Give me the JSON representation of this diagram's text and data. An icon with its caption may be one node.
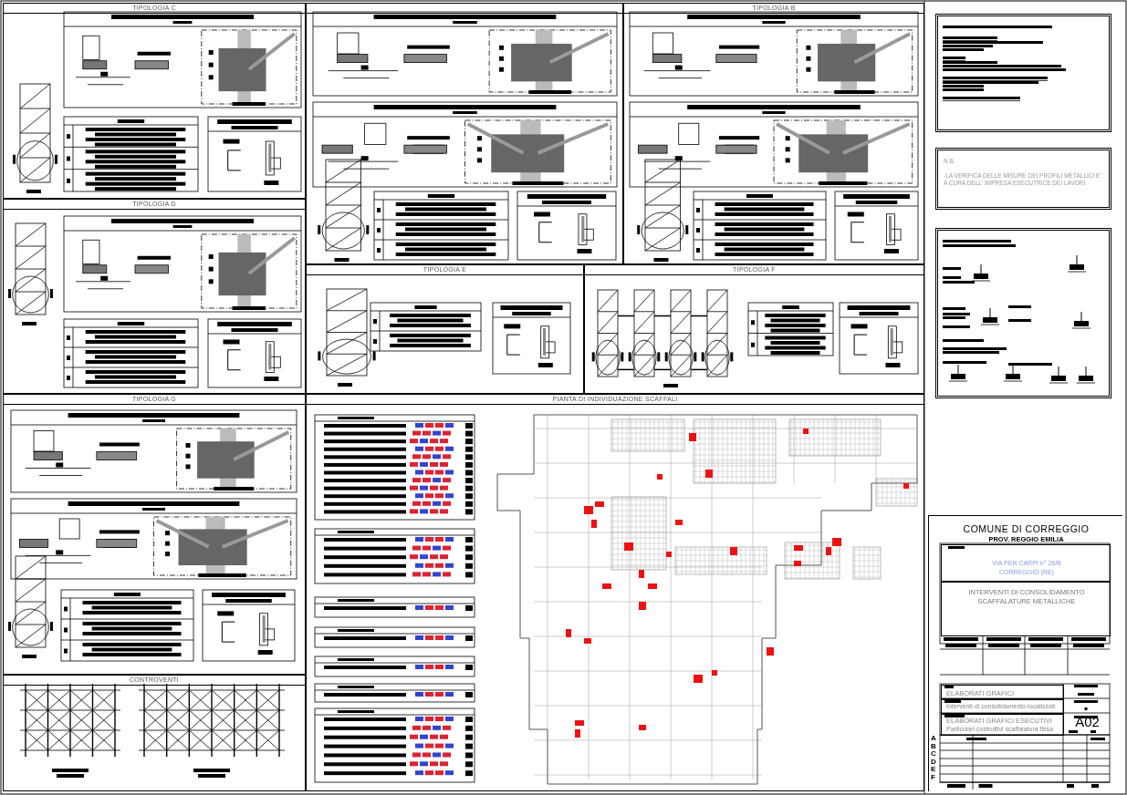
{
  "diagram": {
    "nodes": [
      {
        "text": [
          "TIPOLOGIA C"
        ]
      },
      {
        "text": [],
        "shape": "box"
      },
      {
        "text": [
          "TIPOLOGIA B"
        ]
      },
      {
        "text": [
          "TIPOLOGIA D"
        ]
      },
      {
        "text": [
          "TIPOLOGIA E"
        ]
      },
      {
        "text": [
          "TIPOLOGIA F"
        ]
      },
      {
        "text": [
          "TIPOLOGIA G"
        ]
      },
      {
        "text": [
          "PIANTA DI INDIVIDUAZIONE SCAFFALI"
        ]
      },
      {
        "text": [
          "CONTROVENTI"
        ]
      },
      {
        "text": [],
        "shape": "box"
      },
      {
        "text": [
          "N.B.",
          "-LA VERIFICA DELLE MISURE DEI PROFILI METALLICI E' A CURA DELL' IMPRESA ESECUTRICE DEI LAVORI"
        ]
      },
      {
        "text": [],
        "shape": "box"
      },
      {
        "text": [
          "COMUNE DI CORREGGIO",
          "PROV. REGGIO EMILIA"
        ]
      },
      {
        "text": [
          "VIA PER CARPI n° 26/B",
          "CORREGGIO (RE)"
        ],
        "in": 12
      },
      {
        "text": [
          "INTERVENTI DI CONSOLIDAMENTO SCAFFALATURE METALLICHE"
        ],
        "in": 12
      },
      {
        "text": [
          "ELABORATI GRAFICI"
        ],
        "in": 12
      },
      {
        "text": [
          "Interventi di consolidamento localizzati"
        ],
        "in": 12
      },
      {
        "text": [
          "ELABORATI GRAFICI ESECUTIVI",
          "Particolari costruttivi scaffalatura fissa"
        ],
        "in": 12
      },
      {
        "text": [
          "A02"
        ],
        "in": 12
      }
    ],
    "labels": [
      "A",
      "B",
      "C",
      "D",
      "E",
      "F"
    ]
  }
}
